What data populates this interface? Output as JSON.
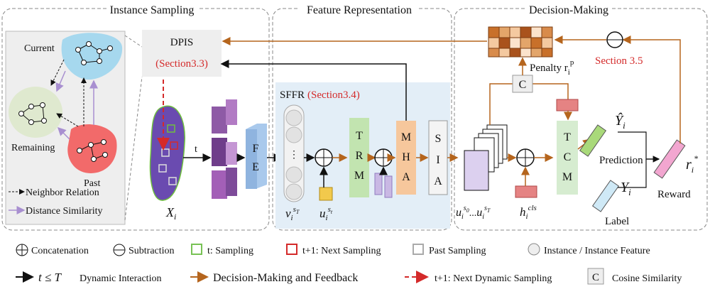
{
  "panels": {
    "instance_sampling": "Instance Sampling",
    "feature_representation": "Feature Representation",
    "decision_making": "Decision-Making"
  },
  "sampling_graph": {
    "current": "Current",
    "remaining": "Remaining",
    "past": "Past",
    "neighbor_relation": "Neighbor Relation",
    "distance_similarity": "Distance Similarity"
  },
  "dpis": {
    "title": "DPIS",
    "ref": "(Section3.3)"
  },
  "wsi": {
    "label": "X",
    "sub": "i",
    "step": "t"
  },
  "fe": "F E",
  "sffr": {
    "title": "SFFR",
    "ref": "(Section3.4)"
  },
  "modules": {
    "trm": "T R M",
    "mha": "M H A",
    "sia": "S I A",
    "tcm": "T C M",
    "cos": "C"
  },
  "features": {
    "v": "v",
    "v_sub": "i",
    "v_sup": "s",
    "v_supsub": "T",
    "u": "u",
    "u_sub": "i",
    "u_sup": "s",
    "u_supsub": "t",
    "useq_a": "u",
    "useq_a_sub": "i",
    "useq_a_sup": "s",
    "useq_a_supsub": "0",
    "useq_dots": "...",
    "useq_b": "u",
    "useq_b_sub": "i",
    "useq_b_sup": "s",
    "useq_b_supsub": "T",
    "h": "h",
    "h_sub": "i",
    "h_sup": "cls"
  },
  "decision": {
    "penalty": "Penalty r",
    "penalty_sub": "i",
    "penalty_sup": "p",
    "section": "Section 3.5",
    "yhat": "Ŷ",
    "yhat_sub": "i",
    "prediction": "Prediction",
    "y": "Y",
    "y_sub": "i",
    "label": "Label",
    "r": "r",
    "r_sub": "i",
    "r_sup": "*",
    "reward": "Reward"
  },
  "legend": {
    "concat": "Concatenation",
    "subtract": "Subtraction",
    "sampling": "t: Sampling",
    "next_sampling": "t+1: Next Sampling",
    "past_sampling": "Past Sampling",
    "instance": "Instance / Instance Feature",
    "dynamic_expr": "t ≤ T",
    "dynamic_interaction": "Dynamic Interaction",
    "feedback": "Decision-Making and Feedback",
    "next_dynamic": "t+1: Next Dynamic Sampling",
    "cos_symbol": "C",
    "cosine": "Cosine Similarity"
  },
  "colors": {
    "orange_arrow": "#b5651d",
    "red": "#d42a2a",
    "green_box": "#78c255",
    "sffr_bg": "#e3eef7",
    "fe_blue": "#a9c9ec",
    "trm_green": "#c2e4b0",
    "mha_orange": "#f6c79c",
    "purple": "#c9b8e4"
  }
}
